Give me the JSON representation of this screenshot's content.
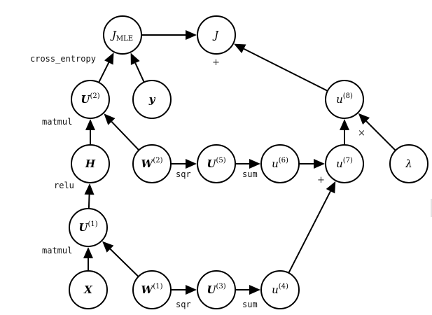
{
  "diagram": {
    "nodes": [
      {
        "id": "JMLE",
        "main": "J",
        "sub": "MLE",
        "sup": "",
        "bold": false
      },
      {
        "id": "J",
        "main": "J",
        "sub": "",
        "sup": "",
        "bold": false
      },
      {
        "id": "U2",
        "main": "U",
        "sub": "",
        "sup": "(2)",
        "bold": true
      },
      {
        "id": "y",
        "main": "y",
        "sub": "",
        "sup": "",
        "bold": true
      },
      {
        "id": "u8",
        "main": "u",
        "sub": "",
        "sup": "(8)",
        "bold": false
      },
      {
        "id": "H",
        "main": "H",
        "sub": "",
        "sup": "",
        "bold": true
      },
      {
        "id": "W2",
        "main": "W",
        "sub": "",
        "sup": "(2)",
        "bold": true
      },
      {
        "id": "U5",
        "main": "U",
        "sub": "",
        "sup": "(5)",
        "bold": true
      },
      {
        "id": "u6",
        "main": "u",
        "sub": "",
        "sup": "(6)",
        "bold": false
      },
      {
        "id": "u7",
        "main": "u",
        "sub": "",
        "sup": "(7)",
        "bold": false
      },
      {
        "id": "lambda",
        "main": "λ",
        "sub": "",
        "sup": "",
        "bold": false
      },
      {
        "id": "U1",
        "main": "U",
        "sub": "",
        "sup": "(1)",
        "bold": true
      },
      {
        "id": "X",
        "main": "X",
        "sub": "",
        "sup": "",
        "bold": true
      },
      {
        "id": "W1",
        "main": "W",
        "sub": "",
        "sup": "(1)",
        "bold": true
      },
      {
        "id": "U3",
        "main": "U",
        "sub": "",
        "sup": "(3)",
        "bold": true
      },
      {
        "id": "u4",
        "main": "u",
        "sub": "",
        "sup": "(4)",
        "bold": false
      }
    ],
    "edges": [
      {
        "from": "JMLE",
        "to": "J"
      },
      {
        "from": "U2",
        "to": "JMLE"
      },
      {
        "from": "y",
        "to": "JMLE"
      },
      {
        "from": "u8",
        "to": "J"
      },
      {
        "from": "H",
        "to": "U2"
      },
      {
        "from": "W2",
        "to": "U2"
      },
      {
        "from": "u7",
        "to": "u8"
      },
      {
        "from": "lambda",
        "to": "u8"
      },
      {
        "from": "W2",
        "to": "U5"
      },
      {
        "from": "U5",
        "to": "u6"
      },
      {
        "from": "u6",
        "to": "u7"
      },
      {
        "from": "U1",
        "to": "H"
      },
      {
        "from": "u4",
        "to": "u7"
      },
      {
        "from": "X",
        "to": "U1"
      },
      {
        "from": "W1",
        "to": "U1"
      },
      {
        "from": "W1",
        "to": "U3"
      },
      {
        "from": "U3",
        "to": "u4"
      }
    ],
    "op_labels": {
      "cross_entropy": "cross_entropy",
      "matmul_top": "matmul",
      "relu": "relu",
      "matmul_bottom": "matmul",
      "sqr_top": "sqr",
      "sum_top": "sum",
      "sqr_bottom": "sqr",
      "sum_bottom": "sum"
    },
    "symbol_labels": {
      "plus_J": "+",
      "plus_u7": "+",
      "times_u8": "×"
    }
  }
}
